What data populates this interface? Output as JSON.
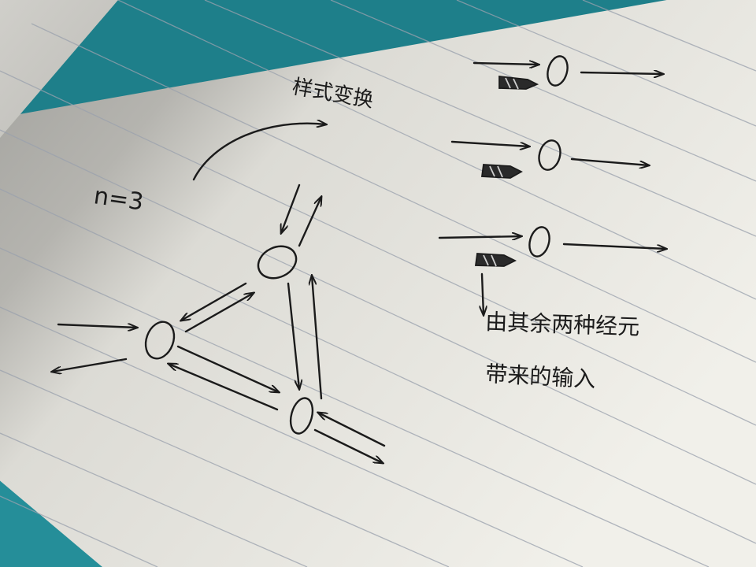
{
  "notes": {
    "n_label": "n=3",
    "style_label": "样式变换",
    "caption_line1": "由其余两种经元",
    "caption_line2": "带来的输入"
  },
  "colors": {
    "paper": "#e9e8e2",
    "ink": "#1b1b1b",
    "line": "#9aa1ad",
    "teal": "#1e7f8a"
  }
}
